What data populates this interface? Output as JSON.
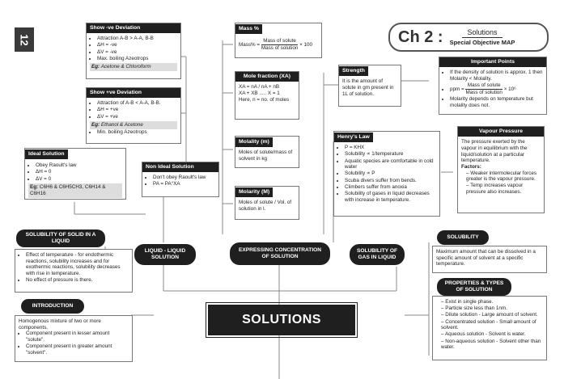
{
  "page_number": "12",
  "chapter": {
    "title": "Ch 2 :",
    "subject": "Solutions",
    "subtitle": "Special Objective MAP"
  },
  "center": "SOLUTIONS",
  "pills": {
    "liquid_liquid": "LIQUID - LIQUID SOLUTION",
    "expressing": "EXPRESSING CONCENTRATION OF SOLUTION",
    "gas_in_liquid": "SOLUBILITY OF GAS IN LIQUID",
    "solid_in_liquid": "SOLUBILITY OF SOLID IN A LIQUID",
    "introduction": "INTRODUCTION",
    "solubility": "SOLUBILITY",
    "properties": "PROPERTIES & TYPES OF SOLUTION"
  },
  "neg_dev": {
    "title": "Show -ve Deviation",
    "items": [
      "Attraction A-B > A-A, B-B",
      "ΔH = -ve",
      "ΔV = -ve",
      "Max. boiling Azeotrops"
    ],
    "eg_label": "Eg:",
    "eg": "Acetone & Chloroform"
  },
  "pos_dev": {
    "title": "Show +ve Deviation",
    "items": [
      "Attraction of A-B < A-A, B-B.",
      "ΔH = +ve",
      "ΔV = +ve"
    ],
    "eg_label": "Eg:",
    "eg": "Ethanol & Acetone",
    "items2": [
      "Min. boiling Azeotrops"
    ]
  },
  "ideal": {
    "title": "Ideal Solution",
    "items": [
      "Obey Raoult's law",
      "ΔH = 0",
      "ΔV = 0"
    ],
    "eg_label": "Eg:",
    "eg": "C6H6 & C6H5CH3, C6H14 & C6H16"
  },
  "nonideal": {
    "title": "Non Ideal Solution",
    "items": [
      "Don't obey Raoult's law",
      "PA = PA°XA"
    ]
  },
  "mass": {
    "title": "Mass %",
    "lhs": "Mass% =",
    "num": "Mass of solute",
    "den": "Mass of solution",
    "rhs": "× 100"
  },
  "molefrac": {
    "title": "Mole fraction (XA)",
    "lines": [
      "XA = nA / nA + nB",
      "XA + XB ..... X = 1",
      "Here, n = no. of moles"
    ]
  },
  "molality": {
    "title": "Molality (m)",
    "text": "Moles of solute/mass of solvent in kg"
  },
  "molarity": {
    "title": "Molarity (M)",
    "text": "Moles of solute / Vol. of solution in l."
  },
  "strength": {
    "title": "Strength",
    "text": "It is the amount of solute in gm present in 1L of solution."
  },
  "important": {
    "title": "Important Points",
    "items": [
      "If the density of solution is approx. 1 then Molarity < Molality.",
      "ppm =",
      "Molarity depends on temperature but molality does not."
    ],
    "ppm_num": "Mass of solute",
    "ppm_den": "Mass of solution",
    "ppm_rhs": "× 10⁶"
  },
  "henry": {
    "title": "Henry's Law",
    "items": [
      "P = KHX",
      "Solubility ∝ 1/temperature",
      "Aquatic species are comfortable in cold water",
      "Solubility ∝ P",
      "Scuba divers suffer from bends.",
      "Climbers suffer from anoxia",
      "Solubility of gases in liquid decreases with increase in temperature."
    ]
  },
  "vapour": {
    "title": "Vapour Pressure",
    "text": "The pressure exerted by the vapour in equilibrium with the liquid/solution at a particular temperature.",
    "factors_label": "Factors:",
    "factors": [
      "Weaker intermolecular forces greater is the vapour pressure.",
      "Temp increases vapour pressure also increases."
    ]
  },
  "solid_liquid": {
    "items": [
      "Effect of temperature - for endothermic reactions, solubility increases and for exothermic reactions, solubility decreases with rise in temperature.",
      "No effect of pressure is there."
    ]
  },
  "intro": {
    "text": "Homogenous mixture of two or more components.",
    "items": [
      "Component present in lesser amount \"solute\".",
      "Component present in greater amount \"solvent\"."
    ]
  },
  "solubility_box": {
    "text": "Maximum amount that can be dissolved in a specific amount of solvent at a specific temperature."
  },
  "properties": {
    "items": [
      "Exist in single phase.",
      "Particle size less than 1nm.",
      "Dilute solution - Large amount of solvent.",
      "Concentrated solution - Small amount of solvent.",
      "Aqueous solution - Solvent is water.",
      "Non-aqueous solution - Solvent other than water."
    ]
  }
}
